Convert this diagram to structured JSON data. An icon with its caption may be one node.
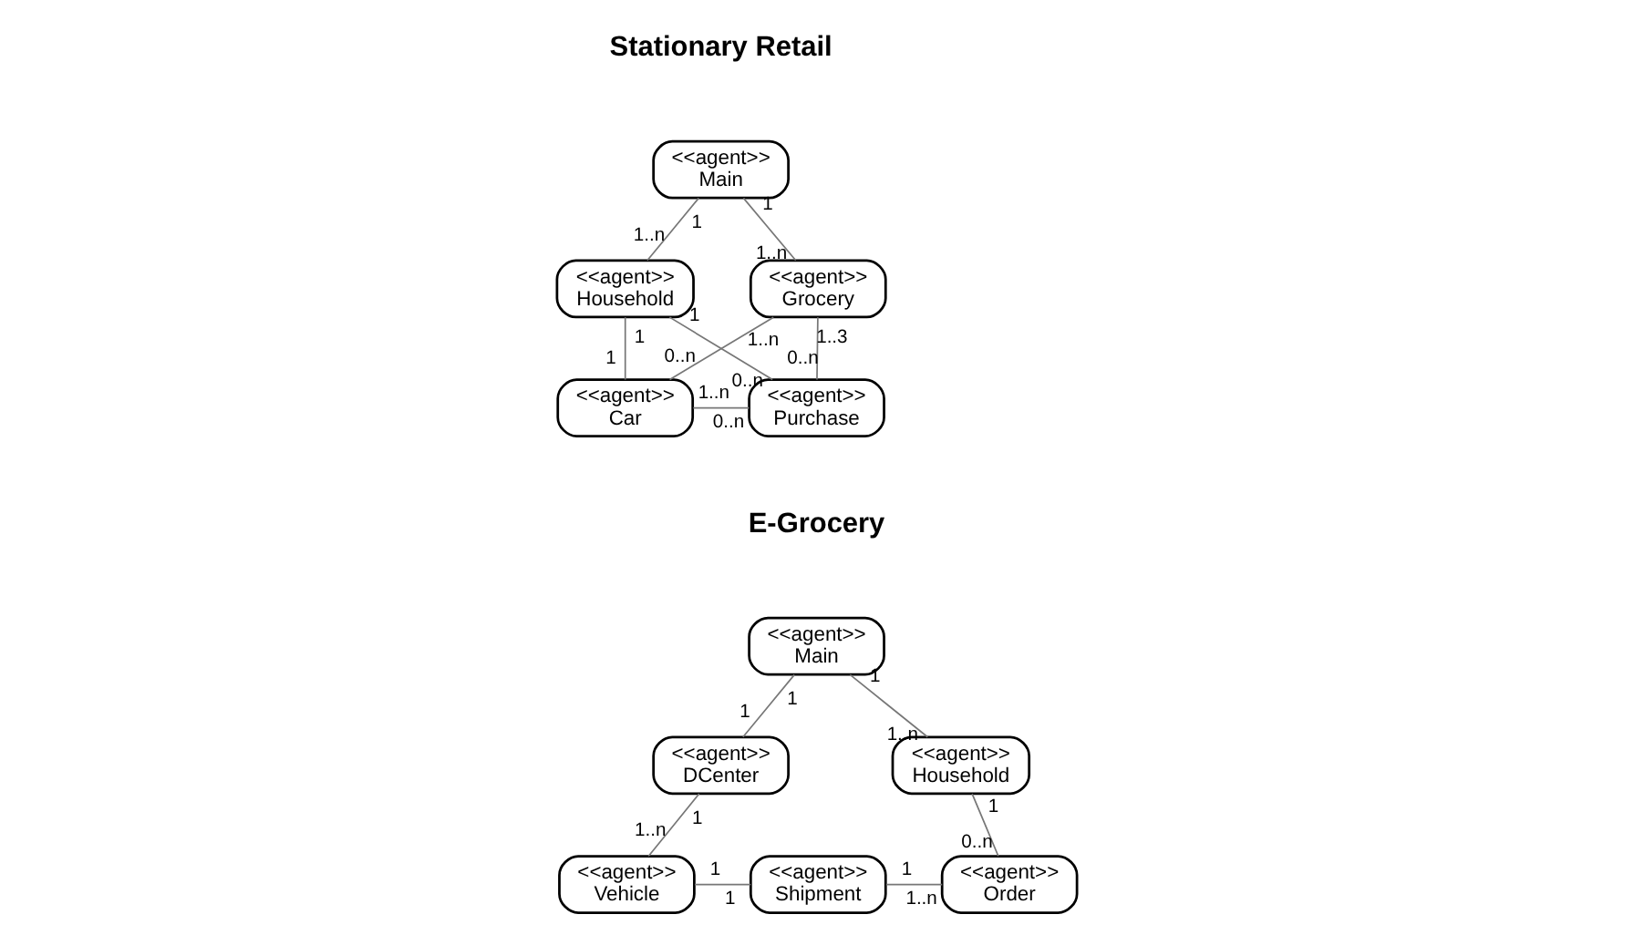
{
  "diagram": {
    "nodes": [
      {
        "text": [
          "<<agent>>",
          "Main"
        ]
      },
      {
        "text": [
          "<<agent>>",
          "Household"
        ]
      },
      {
        "text": [
          "<<agent>>",
          "Grocery"
        ]
      },
      {
        "text": [
          "<<agent>>",
          "Car"
        ]
      },
      {
        "text": [
          "<<agent>>",
          "Purchase"
        ]
      },
      {
        "text": [
          "<<agent>>",
          "Main"
        ]
      },
      {
        "text": [
          "<<agent>>",
          "DCenter"
        ]
      },
      {
        "text": [
          "<<agent>>",
          "Household"
        ]
      },
      {
        "text": [
          "<<agent>>",
          "Vehicle"
        ]
      },
      {
        "text": [
          "<<agent>>",
          "Shipment"
        ]
      },
      {
        "text": [
          "<<agent>>",
          "Order"
        ]
      }
    ],
    "edges": [
      {
        "from": 0,
        "to": 1,
        "arrow": "none"
      },
      {
        "from": 0,
        "to": 2,
        "arrow": "none"
      },
      {
        "from": 1,
        "to": 3,
        "arrow": "none"
      },
      {
        "from": 1,
        "to": 4,
        "arrow": "none"
      },
      {
        "from": 2,
        "to": 4,
        "arrow": "none"
      },
      {
        "from": 3,
        "to": 4,
        "arrow": "none"
      },
      {
        "from": 2,
        "to": 3,
        "arrow": "none"
      },
      {
        "from": 5,
        "to": 6,
        "arrow": "none"
      },
      {
        "from": 5,
        "to": 7,
        "arrow": "none"
      },
      {
        "from": 6,
        "to": 8,
        "arrow": "none"
      },
      {
        "from": 7,
        "to": 10,
        "arrow": "none"
      },
      {
        "from": 8,
        "to": 9,
        "arrow": "none"
      },
      {
        "from": 9,
        "to": 10,
        "arrow": "none"
      }
    ],
    "labels": [
      "Stationary Retail",
      "1",
      "1..n",
      "1",
      "1..n",
      "1",
      "1",
      "1",
      "0..n",
      "1..3",
      "0..n",
      "1..n",
      "0..n",
      "1..n",
      "0..n",
      "E-Grocery",
      "1",
      "1",
      "1",
      "1..n",
      "1",
      "1..n",
      "1",
      "0..n",
      "1",
      "1",
      "1",
      "1..n"
    ]
  }
}
